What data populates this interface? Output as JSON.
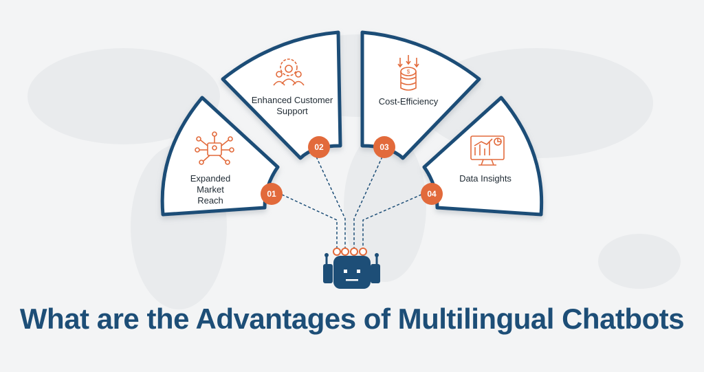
{
  "colors": {
    "background": "#f3f4f5",
    "card_border": "#1d4e77",
    "card_fill": "#ffffff",
    "accent": "#e26a3b",
    "title": "#1d4e77"
  },
  "title": "What are the Advantages of Multilingual Chatbots",
  "items": [
    {
      "number": "01",
      "label": "Expanded Market\nReach",
      "icon": "network-hub-icon"
    },
    {
      "number": "02",
      "label": "Enhanced Customer\nSupport",
      "icon": "team-gear-icon"
    },
    {
      "number": "03",
      "label": "Cost-Efficiency",
      "icon": "coin-stack-icon"
    },
    {
      "number": "04",
      "label": "Data Insights",
      "icon": "analytics-monitor-icon"
    }
  ],
  "center_icon": "robot-icon"
}
